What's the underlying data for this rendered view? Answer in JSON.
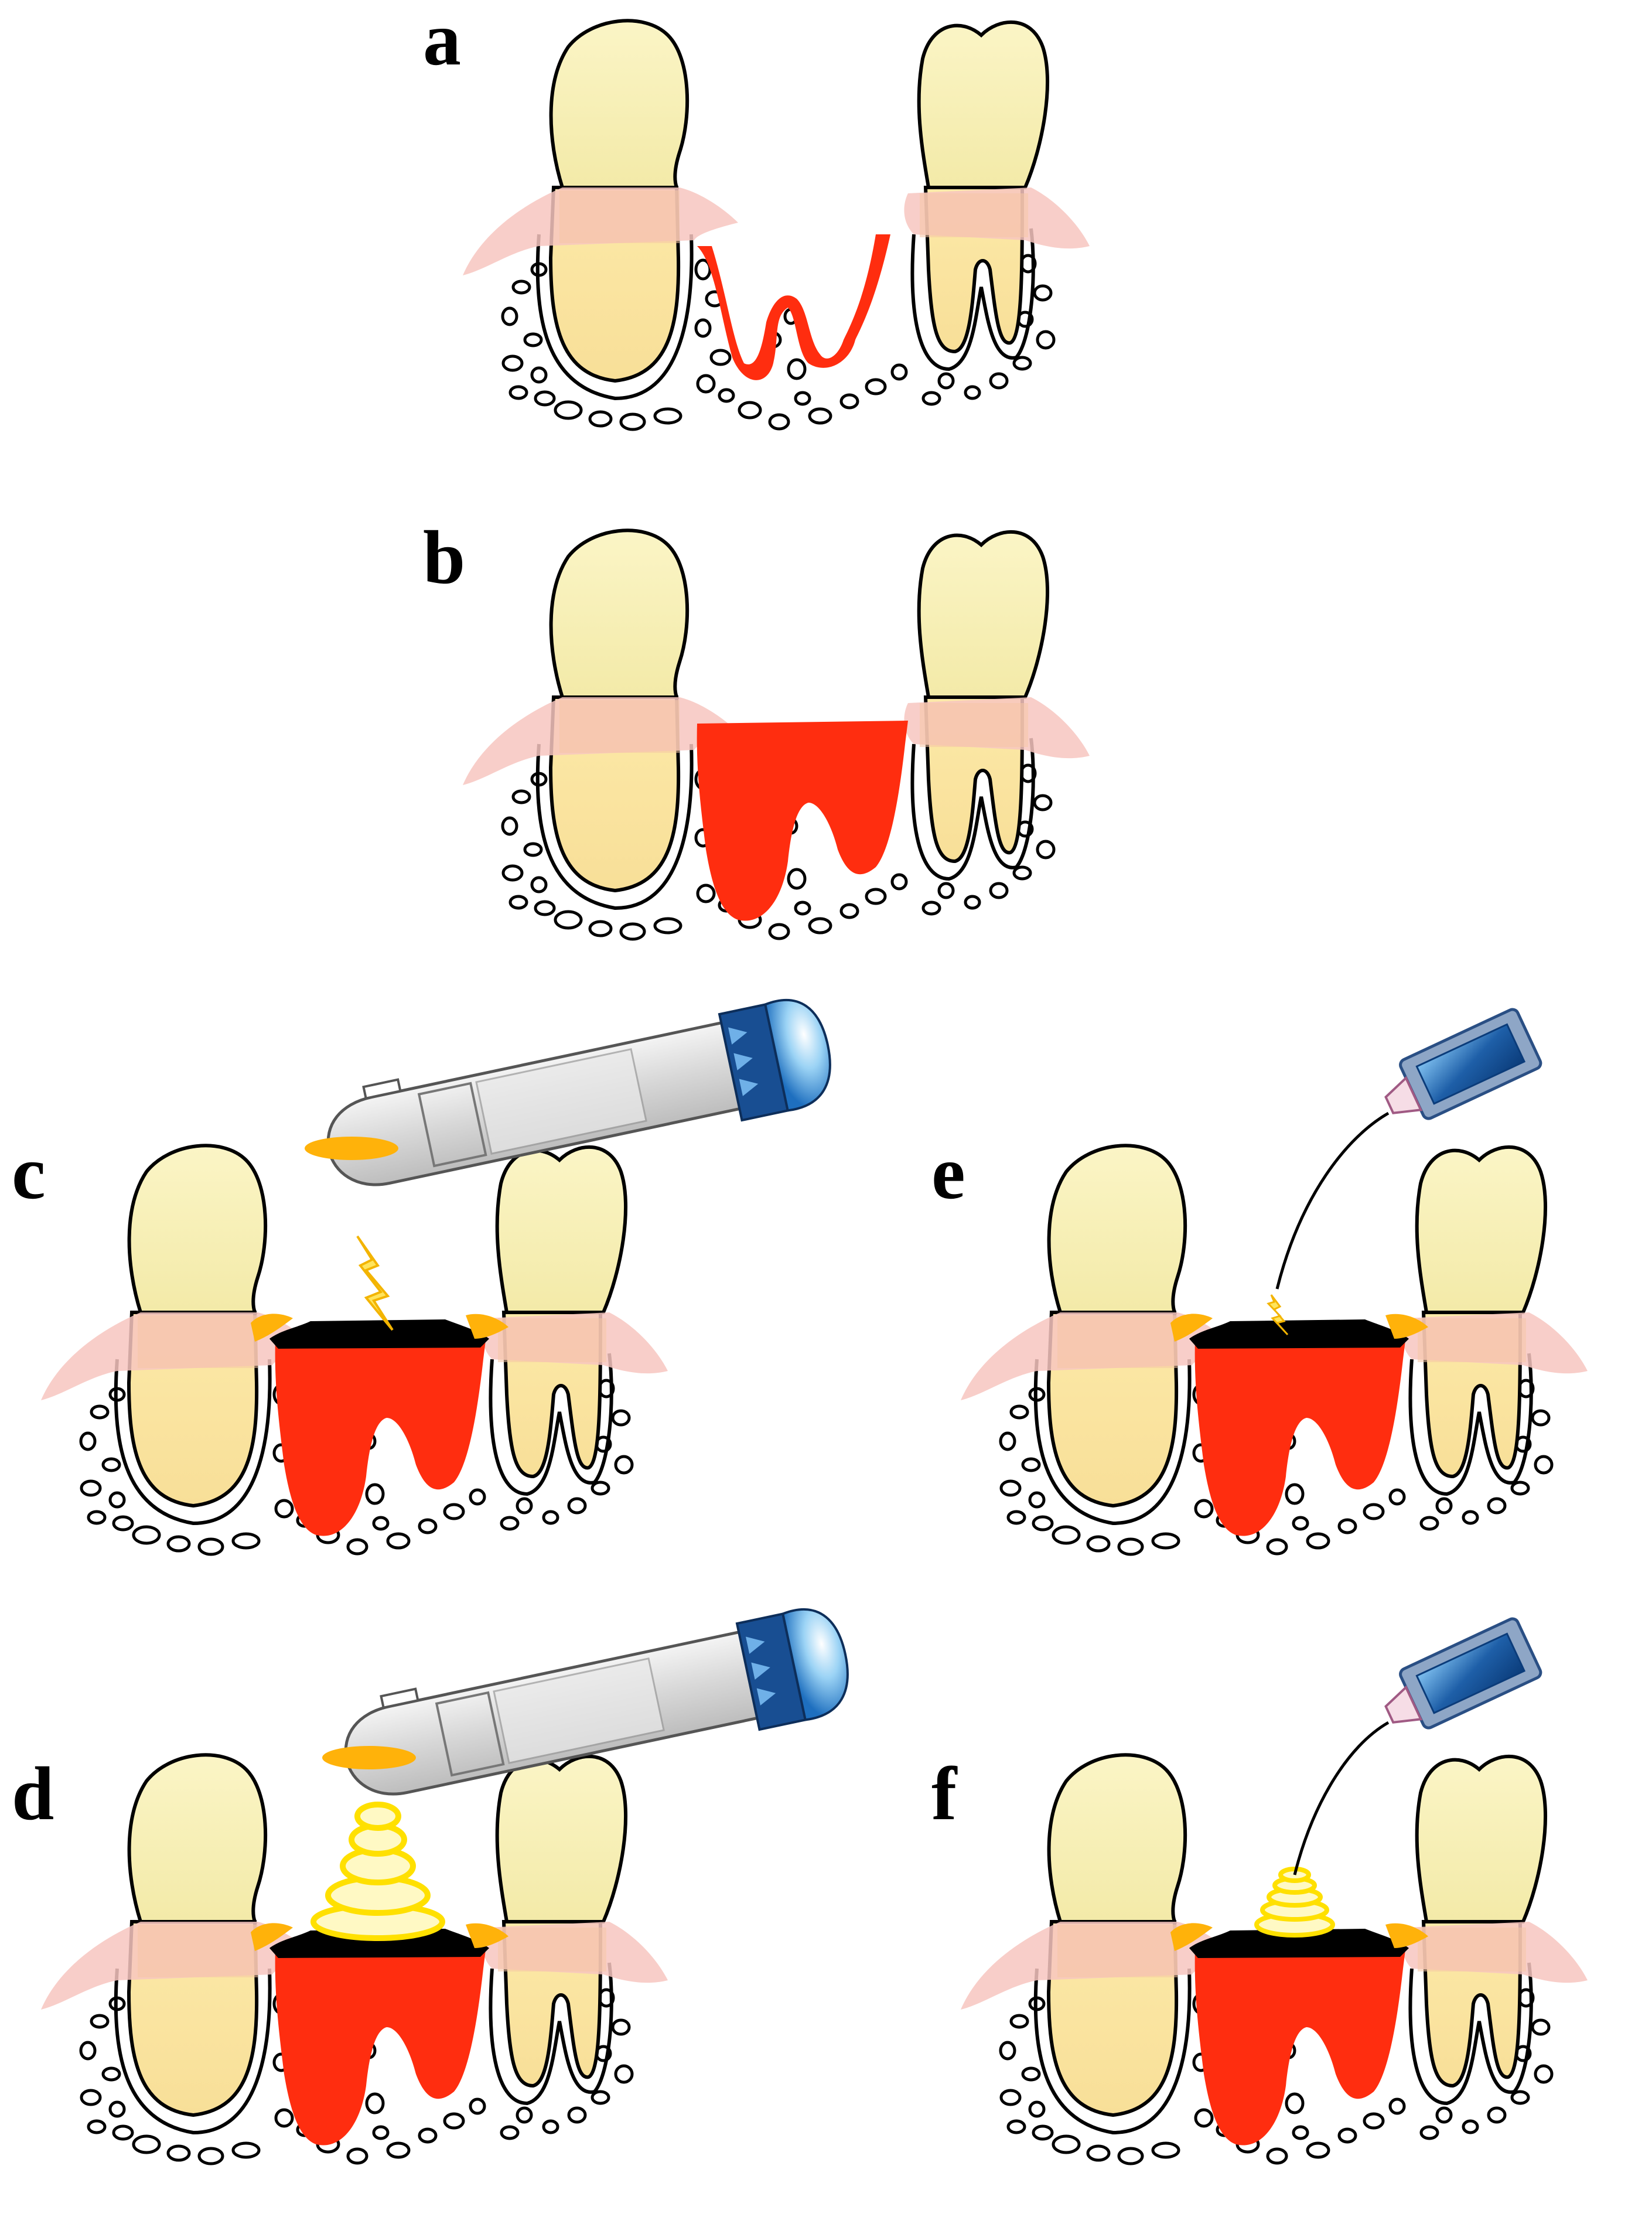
{
  "panels": [
    {
      "id": "a",
      "label": "a",
      "stage": "defect",
      "instrument": "none",
      "energy": "none"
    },
    {
      "id": "b",
      "label": "b",
      "stage": "filled",
      "instrument": "none",
      "energy": "none"
    },
    {
      "id": "c",
      "label": "c",
      "stage": "treated",
      "instrument": "light-curing-handpiece",
      "energy": "spark"
    },
    {
      "id": "d",
      "label": "d",
      "stage": "treated",
      "instrument": "light-curing-handpiece",
      "energy": "waves"
    },
    {
      "id": "e",
      "label": "e",
      "stage": "treated",
      "instrument": "electrode-device",
      "energy": "spark"
    },
    {
      "id": "f",
      "label": "f",
      "stage": "treated",
      "instrument": "electrode-device",
      "energy": "waves"
    }
  ],
  "colors": {
    "tooth_crown": "#F7F0B8",
    "tooth_root": "#FBE7A6",
    "gum": "#F7C6C0",
    "gum_overlap": "#F5C7A6",
    "filler": "#FF2D0F",
    "membrane": "#000000",
    "membrane_edge": "#FFB20A",
    "energy": "#FFE45C",
    "instrument_blue": "#1E5FA8"
  }
}
